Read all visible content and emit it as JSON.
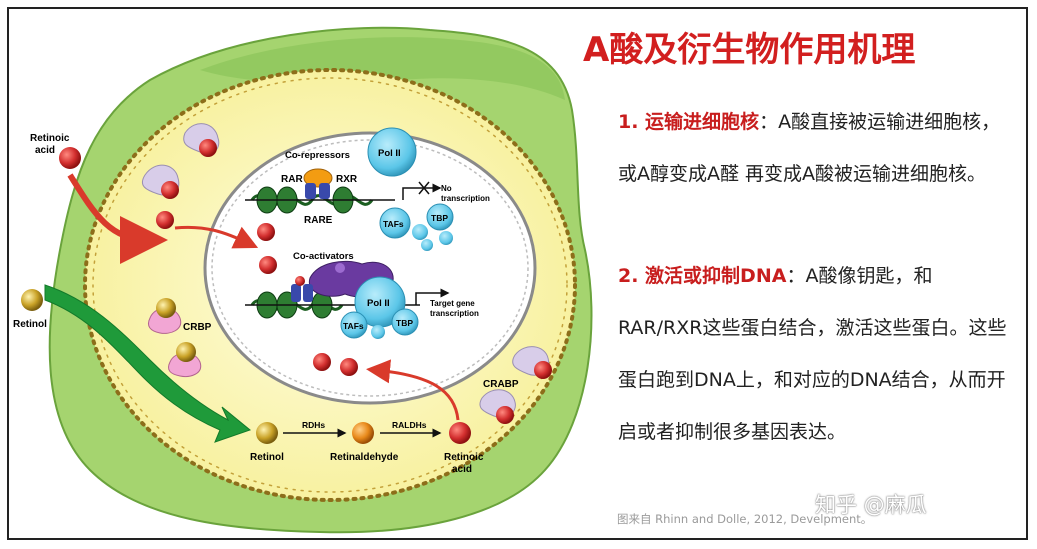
{
  "title": "A酸及衍生物作用机理",
  "points": [
    {
      "head": "1. 运输进细胞核",
      "sep": "：",
      "body": "A酸直接被运输进细胞核，或A醇变成A醛 再变成A酸被运输进细胞核。"
    },
    {
      "head": "2. 激活或抑制DNA",
      "sep": "：",
      "body": "A酸像钥匙，和RAR/RXR这些蛋白结合，激活这些蛋白。这些蛋白跑到DNA上，和对应的DNA结合，从而开启或者抑制很多基因表达。"
    }
  ],
  "caption": "图来自 Rhinn and Dolle, 2012, Develpment。",
  "watermark": "知乎 @麻瓜",
  "diagram": {
    "labels": {
      "retinoic_acid_outside": [
        "Retinoic",
        "acid"
      ],
      "retinol_outside": "Retinol",
      "crbp": "CRBP",
      "crabp": "CRABP",
      "co_repressors": "Co-repressors",
      "rar": "RAR",
      "rxr": "RXR",
      "rare": "RARE",
      "pol2_top": "Pol II",
      "no_transcription": [
        "No",
        "transcription"
      ],
      "tafs_top": "TAFs",
      "tbp_top": "TBP",
      "co_activators": "Co-activators",
      "pol2_bottom": "Pol II",
      "tafs_bottom": "TAFs",
      "tbp_bottom": "TBP",
      "target_gene": [
        "Target gene",
        "transcription"
      ],
      "rdhs": "RDHs",
      "raldhs": "RALDHs",
      "retinol_bottom": "Retinol",
      "retinaldehyde": "Retinaldehyde",
      "retinoic_acid_bottom": [
        "Retinoic",
        "acid"
      ]
    },
    "colors": {
      "cell_outer": "#9ccc65",
      "cytoplasm": "#fbf7b5",
      "nucleus": "#ffffff",
      "retinoic_ball": "#d32f2f",
      "retinol_ball": "#c9a227",
      "retinaldehyde_ball": "#e8891a",
      "pol2": "#5bc6e8",
      "dna": "#2e7d32",
      "arrow_red": "#d93a2b",
      "arrow_green": "#1f9a3a",
      "title": "#d21f1f"
    }
  }
}
